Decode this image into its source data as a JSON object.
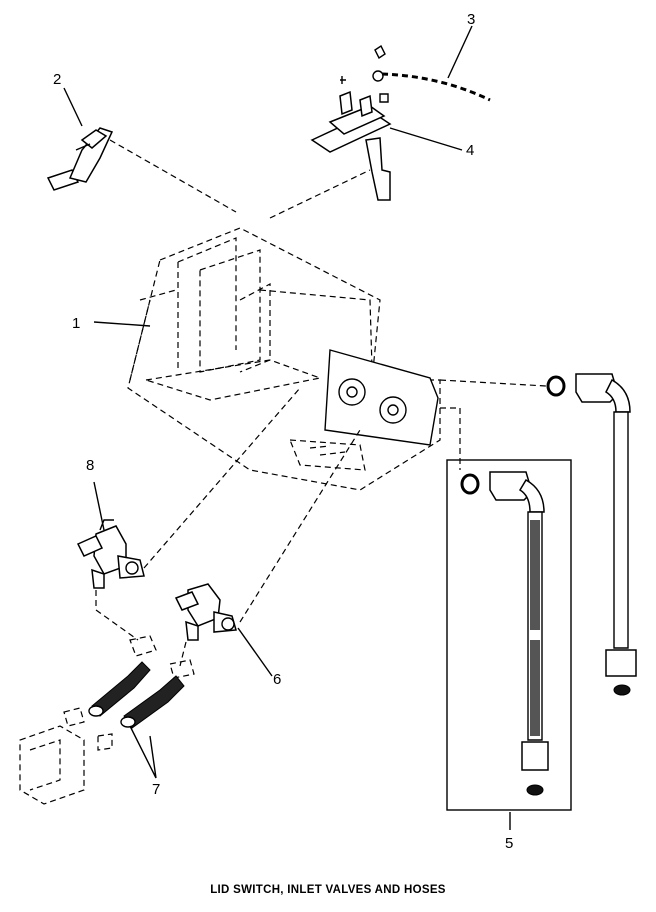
{
  "title": "LID SWITCH, INLET VALVES AND HOSES",
  "callouts": {
    "c1": "1",
    "c2": "2",
    "c3": "3",
    "c4": "4",
    "c5": "5",
    "c6": "6",
    "c7": "7",
    "c8": "8"
  }
}
